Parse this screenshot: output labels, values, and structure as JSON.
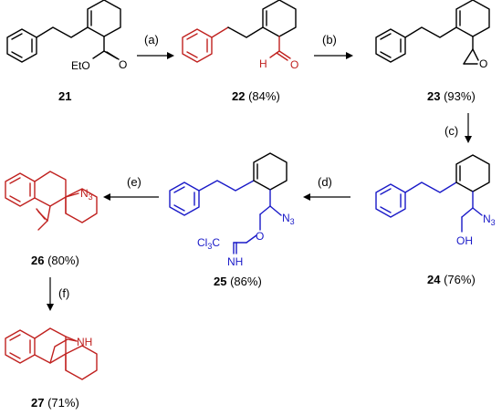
{
  "colors": {
    "black": "#000000",
    "red": "#c0211f",
    "blue": "#1a1ac8"
  },
  "compounds": [
    {
      "id": "21",
      "yield": ""
    },
    {
      "id": "22",
      "yield": "(84%)"
    },
    {
      "id": "23",
      "yield": "(93%)"
    },
    {
      "id": "24",
      "yield": "(76%)"
    },
    {
      "id": "25",
      "yield": "(86%)"
    },
    {
      "id": "26",
      "yield": "(80%)"
    },
    {
      "id": "27",
      "yield": "(71%)"
    }
  ],
  "steps": [
    "(a)",
    "(b)",
    "(c)",
    "(d)",
    "(e)",
    "(f)"
  ],
  "atom_labels": {
    "c21_ester_o": "O",
    "c21_eto": "EtO",
    "c22_h": "H",
    "c22_o": "O",
    "c23_o": "O",
    "c24_oh": "OH",
    "c24_n3": "N",
    "c24_n3_sub": "3",
    "c25_n3": "N",
    "c25_n3_sub": "3",
    "c25_o": "O",
    "c25_cl3c": "Cl",
    "c25_cl3c_sub": "3",
    "c25_cl3c_c": "C",
    "c25_nh": "NH",
    "c26_n3": "N",
    "c26_n3_sub": "3",
    "c27_nh": "NH"
  }
}
